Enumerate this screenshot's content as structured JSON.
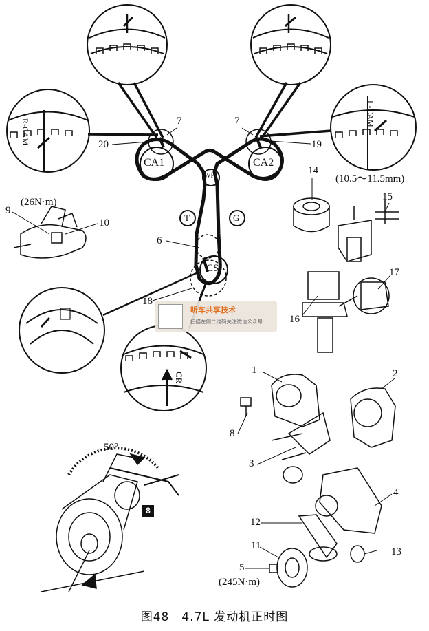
{
  "caption": "图48　4.7L 发动机正时图",
  "belt_diagram": {
    "pulleys": {
      "ca1": "CA1",
      "ca2": "CA2",
      "wp": "WP",
      "t": "T",
      "g": "G",
      "cs": "CS"
    },
    "callouts": {
      "n7_left": "7",
      "n7_right": "7",
      "n20": "20",
      "n19": "19",
      "n6": "6",
      "n18": "18",
      "n9": "9",
      "n10": "10"
    },
    "torque_top": "(26N·m)",
    "gap_spec": "(10.5～11.5mm)",
    "detail_marks": {
      "r_cam": "R-CAM",
      "l_cam": "L-CAM",
      "cr": "CR"
    }
  },
  "tensioner": {
    "callouts": {
      "n14": "14",
      "n15": "15",
      "n16": "16",
      "n17": "17"
    }
  },
  "angle_view": {
    "angle": "50°",
    "badge": "8"
  },
  "exploded": {
    "callouts": {
      "n1": "1",
      "n2": "2",
      "n3": "3",
      "n4": "4",
      "n5": "5",
      "n8": "8",
      "n11": "11",
      "n12": "12",
      "n13": "13"
    },
    "torque_bottom": "(245N·m)"
  },
  "watermark": {
    "title": "听车共享技术",
    "subtitle": "扫描左侧二维码关注微信公众号"
  }
}
